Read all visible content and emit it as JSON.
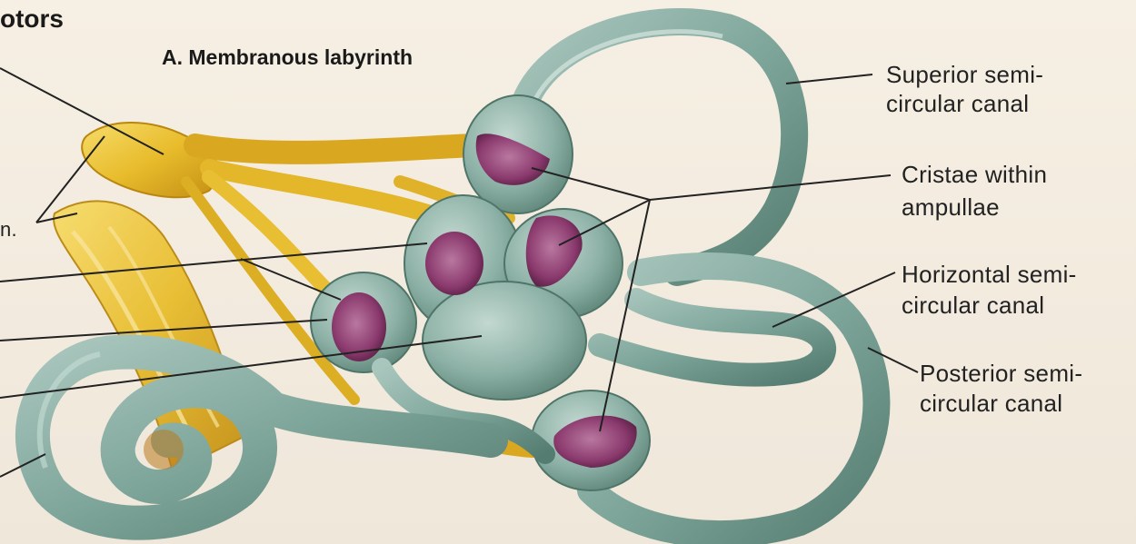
{
  "header": {
    "section_fragment": "otors",
    "subtitle": "A. Membranous labyrinth"
  },
  "left_labels": {
    "fragment_n": "n."
  },
  "labels": {
    "superior_canal": {
      "line1": "Superior semi-",
      "line2": "circular canal"
    },
    "cristae": {
      "line1": "Cristae within",
      "line2": "ampullae"
    },
    "horizontal_canal": {
      "line1": "Horizontal semi-",
      "line2": "circular canal"
    },
    "posterior_canal": {
      "line1": "Posterior semi-",
      "line2": "circular canal"
    }
  },
  "colors": {
    "background": "#f3ece0",
    "labyrinth": "#7fa69b",
    "labyrinth_dark": "#4f7569",
    "nerve": "#e6b829",
    "crista": "#8b3a6e",
    "leader_line": "#222222"
  }
}
